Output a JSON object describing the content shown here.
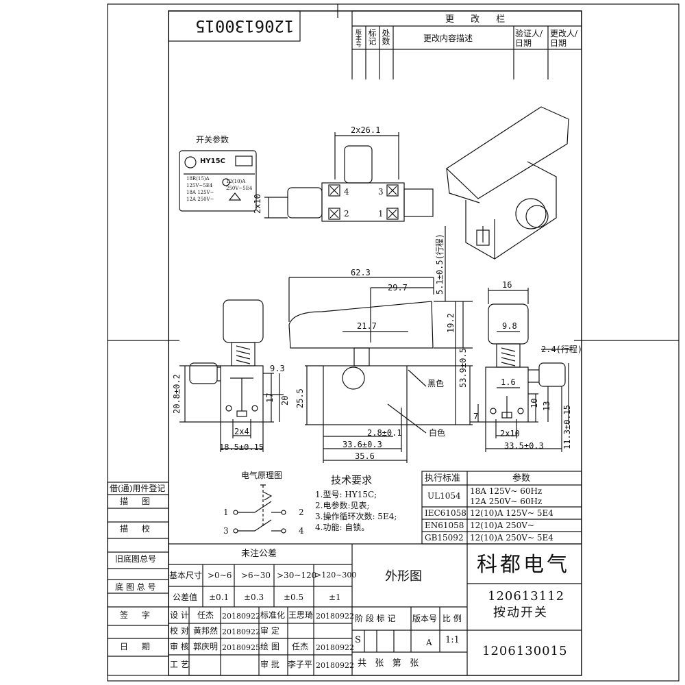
{
  "drawing_number_mirrored": "1206130015",
  "revision_block": {
    "title": "更 改 栏",
    "col_no": "版本号",
    "col_mark": "标记",
    "col_count": "处数",
    "col_desc": "更改内容描述",
    "col_verify": "验证人/日期",
    "col_change": "更改人/日期"
  },
  "switch_params": {
    "title": "开关参数",
    "label_brand": "HY15C",
    "line1": "18R(15)A",
    "line2": "125V~5E4",
    "line3": "18A 125V~",
    "line4": "12A 250V~",
    "line5": "12(10)A",
    "line6": "250V~5E4"
  },
  "dims": {
    "d2x26": "2x26.1",
    "d2x10_top": "2x10",
    "t4": "4",
    "t3": "3",
    "t2": "2",
    "t1": "1",
    "d62": "62.3",
    "d29": "29.7",
    "d21": "21.7",
    "d51": "5.1±0.5(行程)",
    "d19": "19.2",
    "d53": "53.9±0.5",
    "d25": "25.5",
    "d28": "2.8±0.1",
    "d336": "33.6±0.3",
    "d356": "35.6",
    "d7": "7",
    "black": "黑色",
    "white": "白色",
    "d93": "9.3",
    "d208": "20.8±0.2",
    "d17": "17",
    "d20": "20",
    "d2x4": "2x4",
    "d185": "18.5±0.15",
    "d16": "16",
    "d98": "9.8",
    "d24": "2.4(行程)",
    "d16b": "1.6",
    "d10": "10",
    "d13": "13",
    "d113": "11.3±0.15",
    "d2x10": "2x10",
    "d335": "33.5±0.3"
  },
  "schematic": {
    "title": "电气原理图",
    "n1": "1",
    "n2": "2",
    "n3": "3",
    "n4": "4"
  },
  "tech": {
    "title": "技术要求",
    "item1": "1.型号: HY15C;",
    "item2": "2.电参数:见表;",
    "item3": "3.操作循环次数: 5E4;",
    "item4": "4.功能: 自锁。"
  },
  "params_table": {
    "h1": "执行标准",
    "h2": "参数",
    "rows": [
      {
        "std": "UL1054",
        "p1": "18A 125V~ 60Hz",
        "p2": "12A 250V~ 60Hz"
      },
      {
        "std": "IEC61058",
        "p1": "12(10)A 125V~ 5E4",
        "p2": ""
      },
      {
        "std": "EN61058",
        "p1": "12(10)A 250V~",
        "p2": ""
      },
      {
        "std": "GB15092",
        "p1": "12(10)A 250V~ 5E4",
        "p2": ""
      }
    ]
  },
  "left_column": {
    "r1": "借(通)用件登记",
    "r2": "描  图",
    "r3": "描  校",
    "r4": "旧底图总号",
    "r5": "底 图 总 号",
    "r6": "签  字",
    "r7": "日  期"
  },
  "tolerance": {
    "title": "未注公差",
    "h0": "基本尺寸",
    "h1": ">0~6",
    "h2": ">6~30",
    "h3": ">30~120",
    "h4": ">120~300",
    "v0": "公差值",
    "v1": "±0.1",
    "v2": "±0.3",
    "v3": "±0.5",
    "v4": "±1"
  },
  "approvals": [
    {
      "role": "设 计",
      "name": "任杰",
      "date": "20180922",
      "role2": "标准化",
      "name2": "王思琦",
      "date2": "20180922"
    },
    {
      "role": "校 对",
      "name": "黄邦然",
      "date": "20180922",
      "role2": "审 定",
      "name2": "",
      "date2": ""
    },
    {
      "role": "审 核",
      "name": "郭庆明",
      "date": "20180925",
      "role2": "绘 图",
      "name2": "任杰",
      "date2": "20180922"
    },
    {
      "role": "工 艺",
      "name": "",
      "date": "",
      "role2": "审 批",
      "name2": "李子平",
      "date2": "20180922"
    }
  ],
  "title_block": {
    "drawing_type": "外形图",
    "company": "科都电气",
    "part_no": "120613112",
    "part_name": "按动开关",
    "stage_hdr": "阶 段 标 记",
    "ver_hdr": "版本号",
    "scale_hdr": "比 例",
    "stage_val": "S",
    "ver_val": "A",
    "scale_val": "1:1",
    "sheets": "共   张   第   张",
    "drawing_no": "1206130015"
  }
}
